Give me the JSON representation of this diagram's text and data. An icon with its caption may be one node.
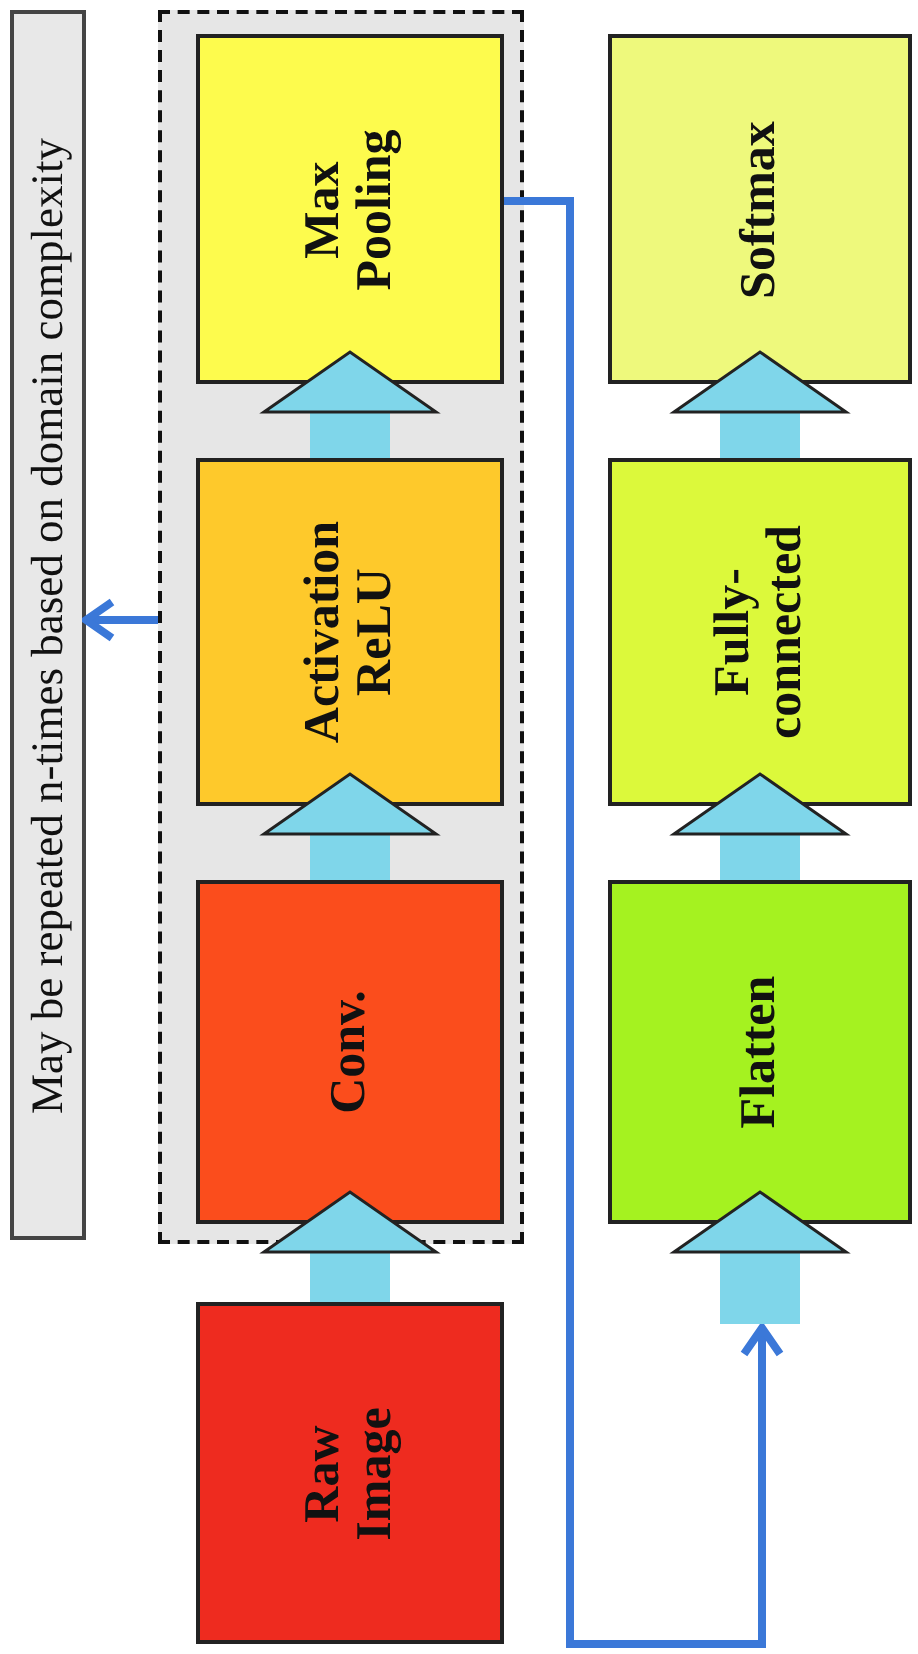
{
  "diagram": {
    "nodes": [
      {
        "text": [
          "May be repeated n-times based on domain complexity"
        ]
      },
      {
        "text": [
          "Raw Image"
        ]
      },
      {
        "text": [],
        "shape": "box"
      },
      {
        "text": [
          "Conv."
        ],
        "in": 2
      },
      {
        "text": [
          "Activation ReLU"
        ],
        "in": 2
      },
      {
        "text": [
          "Max Pooling"
        ],
        "in": 2
      },
      {
        "text": [
          "Flatten"
        ]
      },
      {
        "text": [
          "Fully-connected"
        ]
      },
      {
        "text": [
          "Softmax"
        ]
      }
    ],
    "edges": [
      {
        "from": 1,
        "to": 3,
        "arrow": "to"
      },
      {
        "from": 3,
        "to": 4,
        "arrow": "to"
      },
      {
        "from": 4,
        "to": 5,
        "arrow": "to"
      },
      {
        "from": 5,
        "to": 6,
        "arrow": "to",
        "color": "#3b78d8"
      },
      {
        "from": null,
        "to": 6,
        "arrow": "to"
      },
      {
        "from": 6,
        "to": 7,
        "arrow": "to"
      },
      {
        "from": 7,
        "to": 8,
        "arrow": "to"
      },
      {
        "from": 2,
        "to": 0,
        "arrow": "to",
        "color": "#3b78d8"
      }
    ]
  }
}
